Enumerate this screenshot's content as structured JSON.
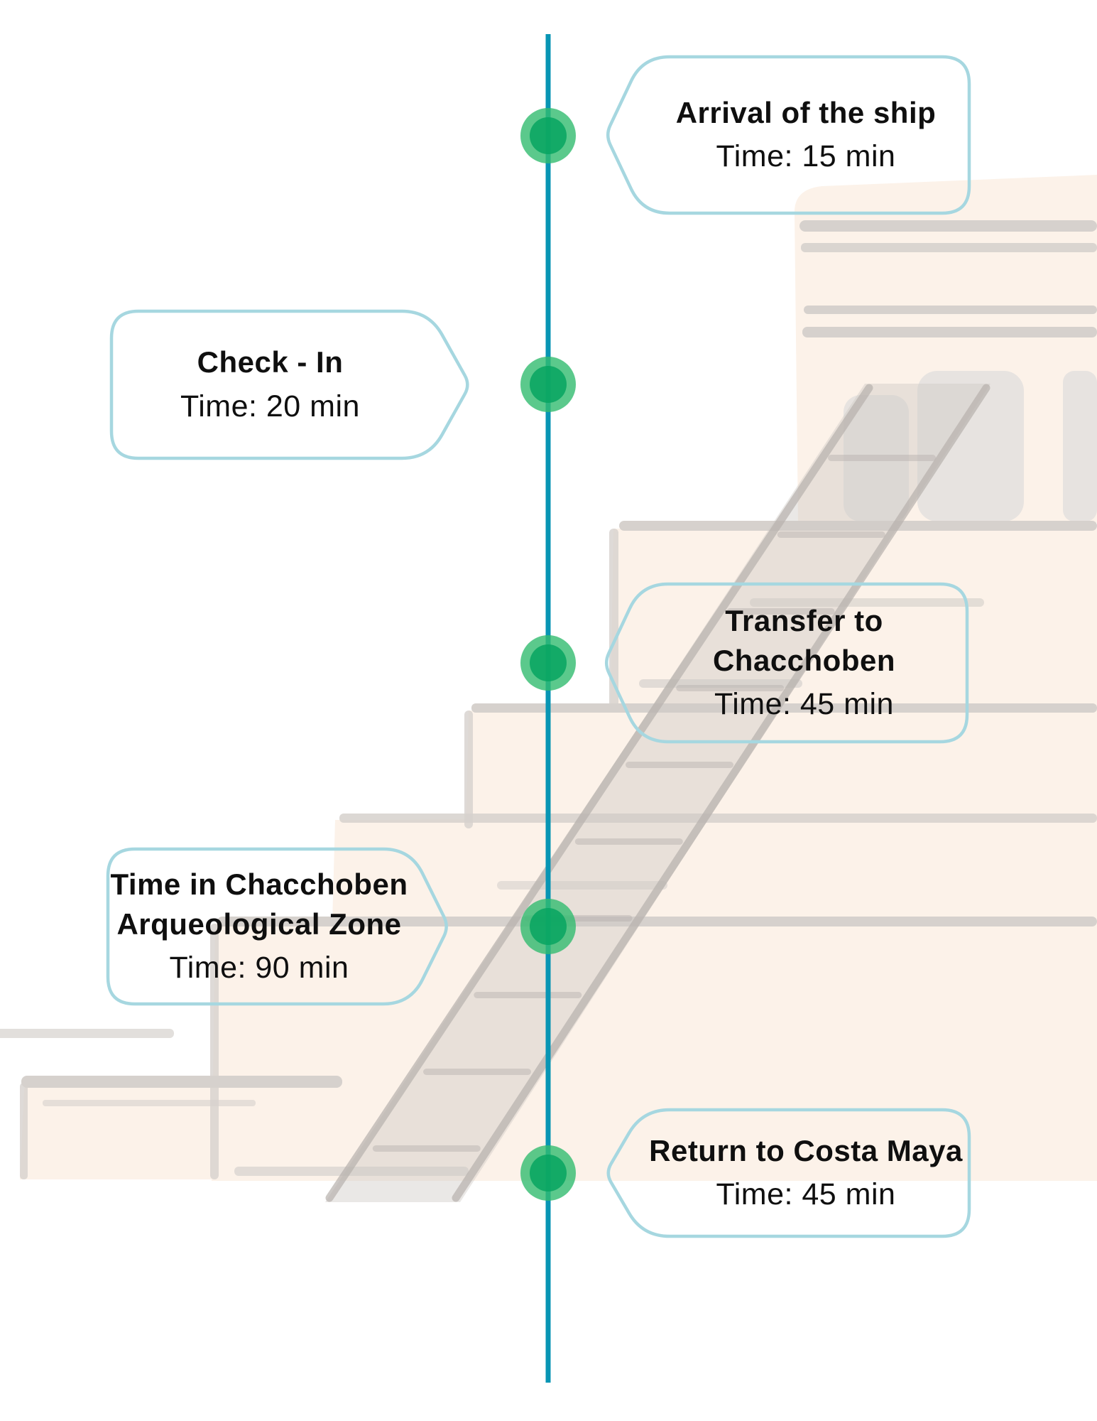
{
  "colors": {
    "line": "#0895b4",
    "node_outer": "rgba(50,187,111,0.8)",
    "node_inner": "rgba(7,164,96,0.85)",
    "bubble_border": "#a6d7e0",
    "text": "#0f0f0f",
    "pyramid_fill": "#fcf2e9",
    "pyramid_stroke": "#d6d1cd",
    "pyramid_stroke_dark": "#b6b0ac",
    "staircase_fill": "#cdc7c3"
  },
  "timeline": {
    "steps": [
      {
        "title": "Arrival of the ship",
        "time": "Time: 15 min",
        "side": "right"
      },
      {
        "title": "Check - In",
        "time": "Time: 20 min",
        "side": "left"
      },
      {
        "title": "Transfer to\nChacchoben",
        "time": "Time: 45 min",
        "side": "right"
      },
      {
        "title": "Time in Chacchoben\nArqueological Zone",
        "time": "Time: 90 min",
        "side": "left"
      },
      {
        "title": "Return to Costa Maya",
        "time": "Time: 45 min",
        "side": "right"
      }
    ]
  },
  "background": {
    "illustration": "mayan-pyramid-sketch"
  }
}
